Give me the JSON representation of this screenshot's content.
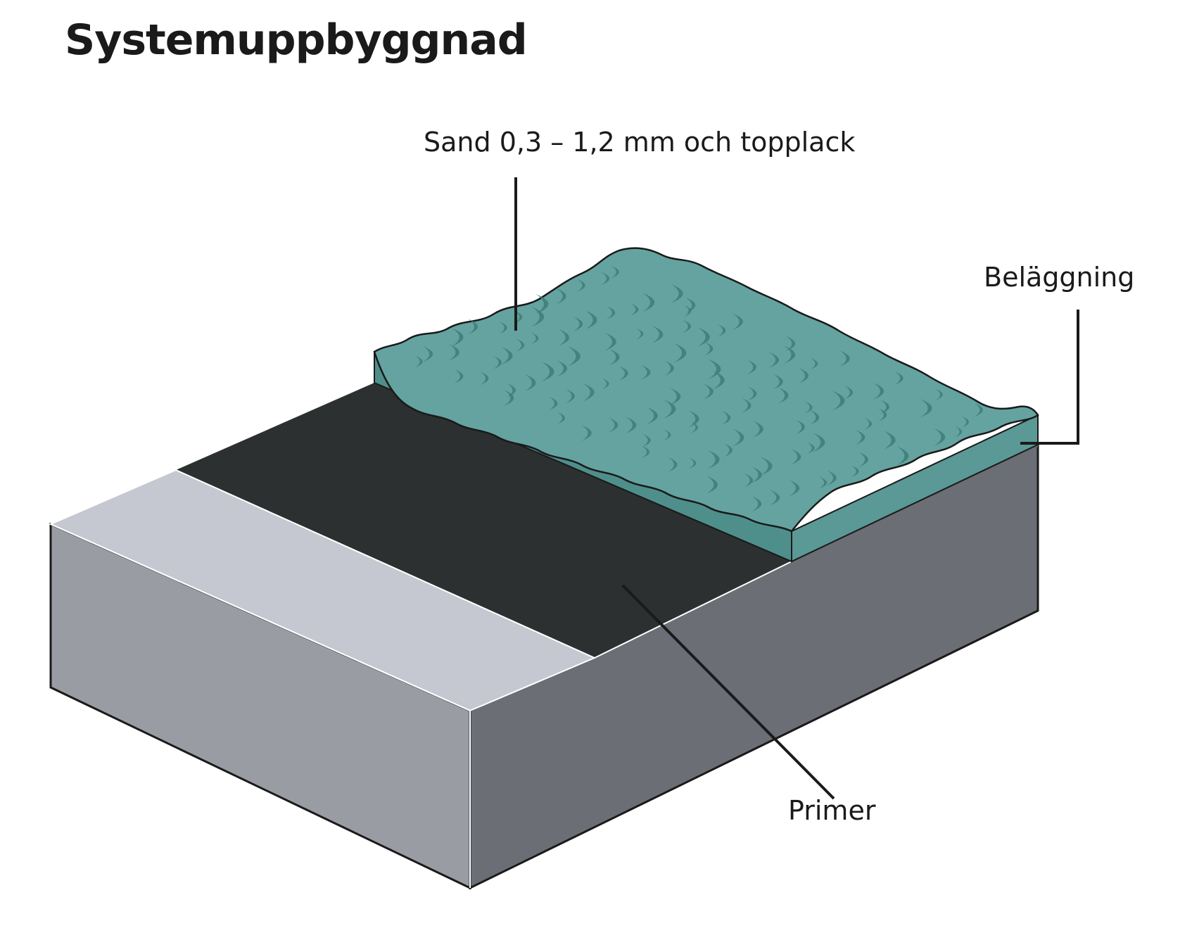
{
  "title": "Systemuppbyggnad",
  "labels": {
    "sand": "Sand 0,3 – 1,2 mm och topplack",
    "belaggning": "Beläggning",
    "primer": "Primer"
  },
  "layers": [
    {
      "id": "concrete",
      "color_top": "#c5c8d0",
      "color_front": "#9a9ca4",
      "color_side": "#6c6e76"
    },
    {
      "id": "primer",
      "color": "#2d3030"
    },
    {
      "id": "coating",
      "color_top": "#64a3a0",
      "color_edge": "#4f8f8b",
      "color_marks": "#3e7d79"
    }
  ],
  "colors": {
    "outline": "#1a1a1a",
    "leader": "#1a1a1a"
  }
}
